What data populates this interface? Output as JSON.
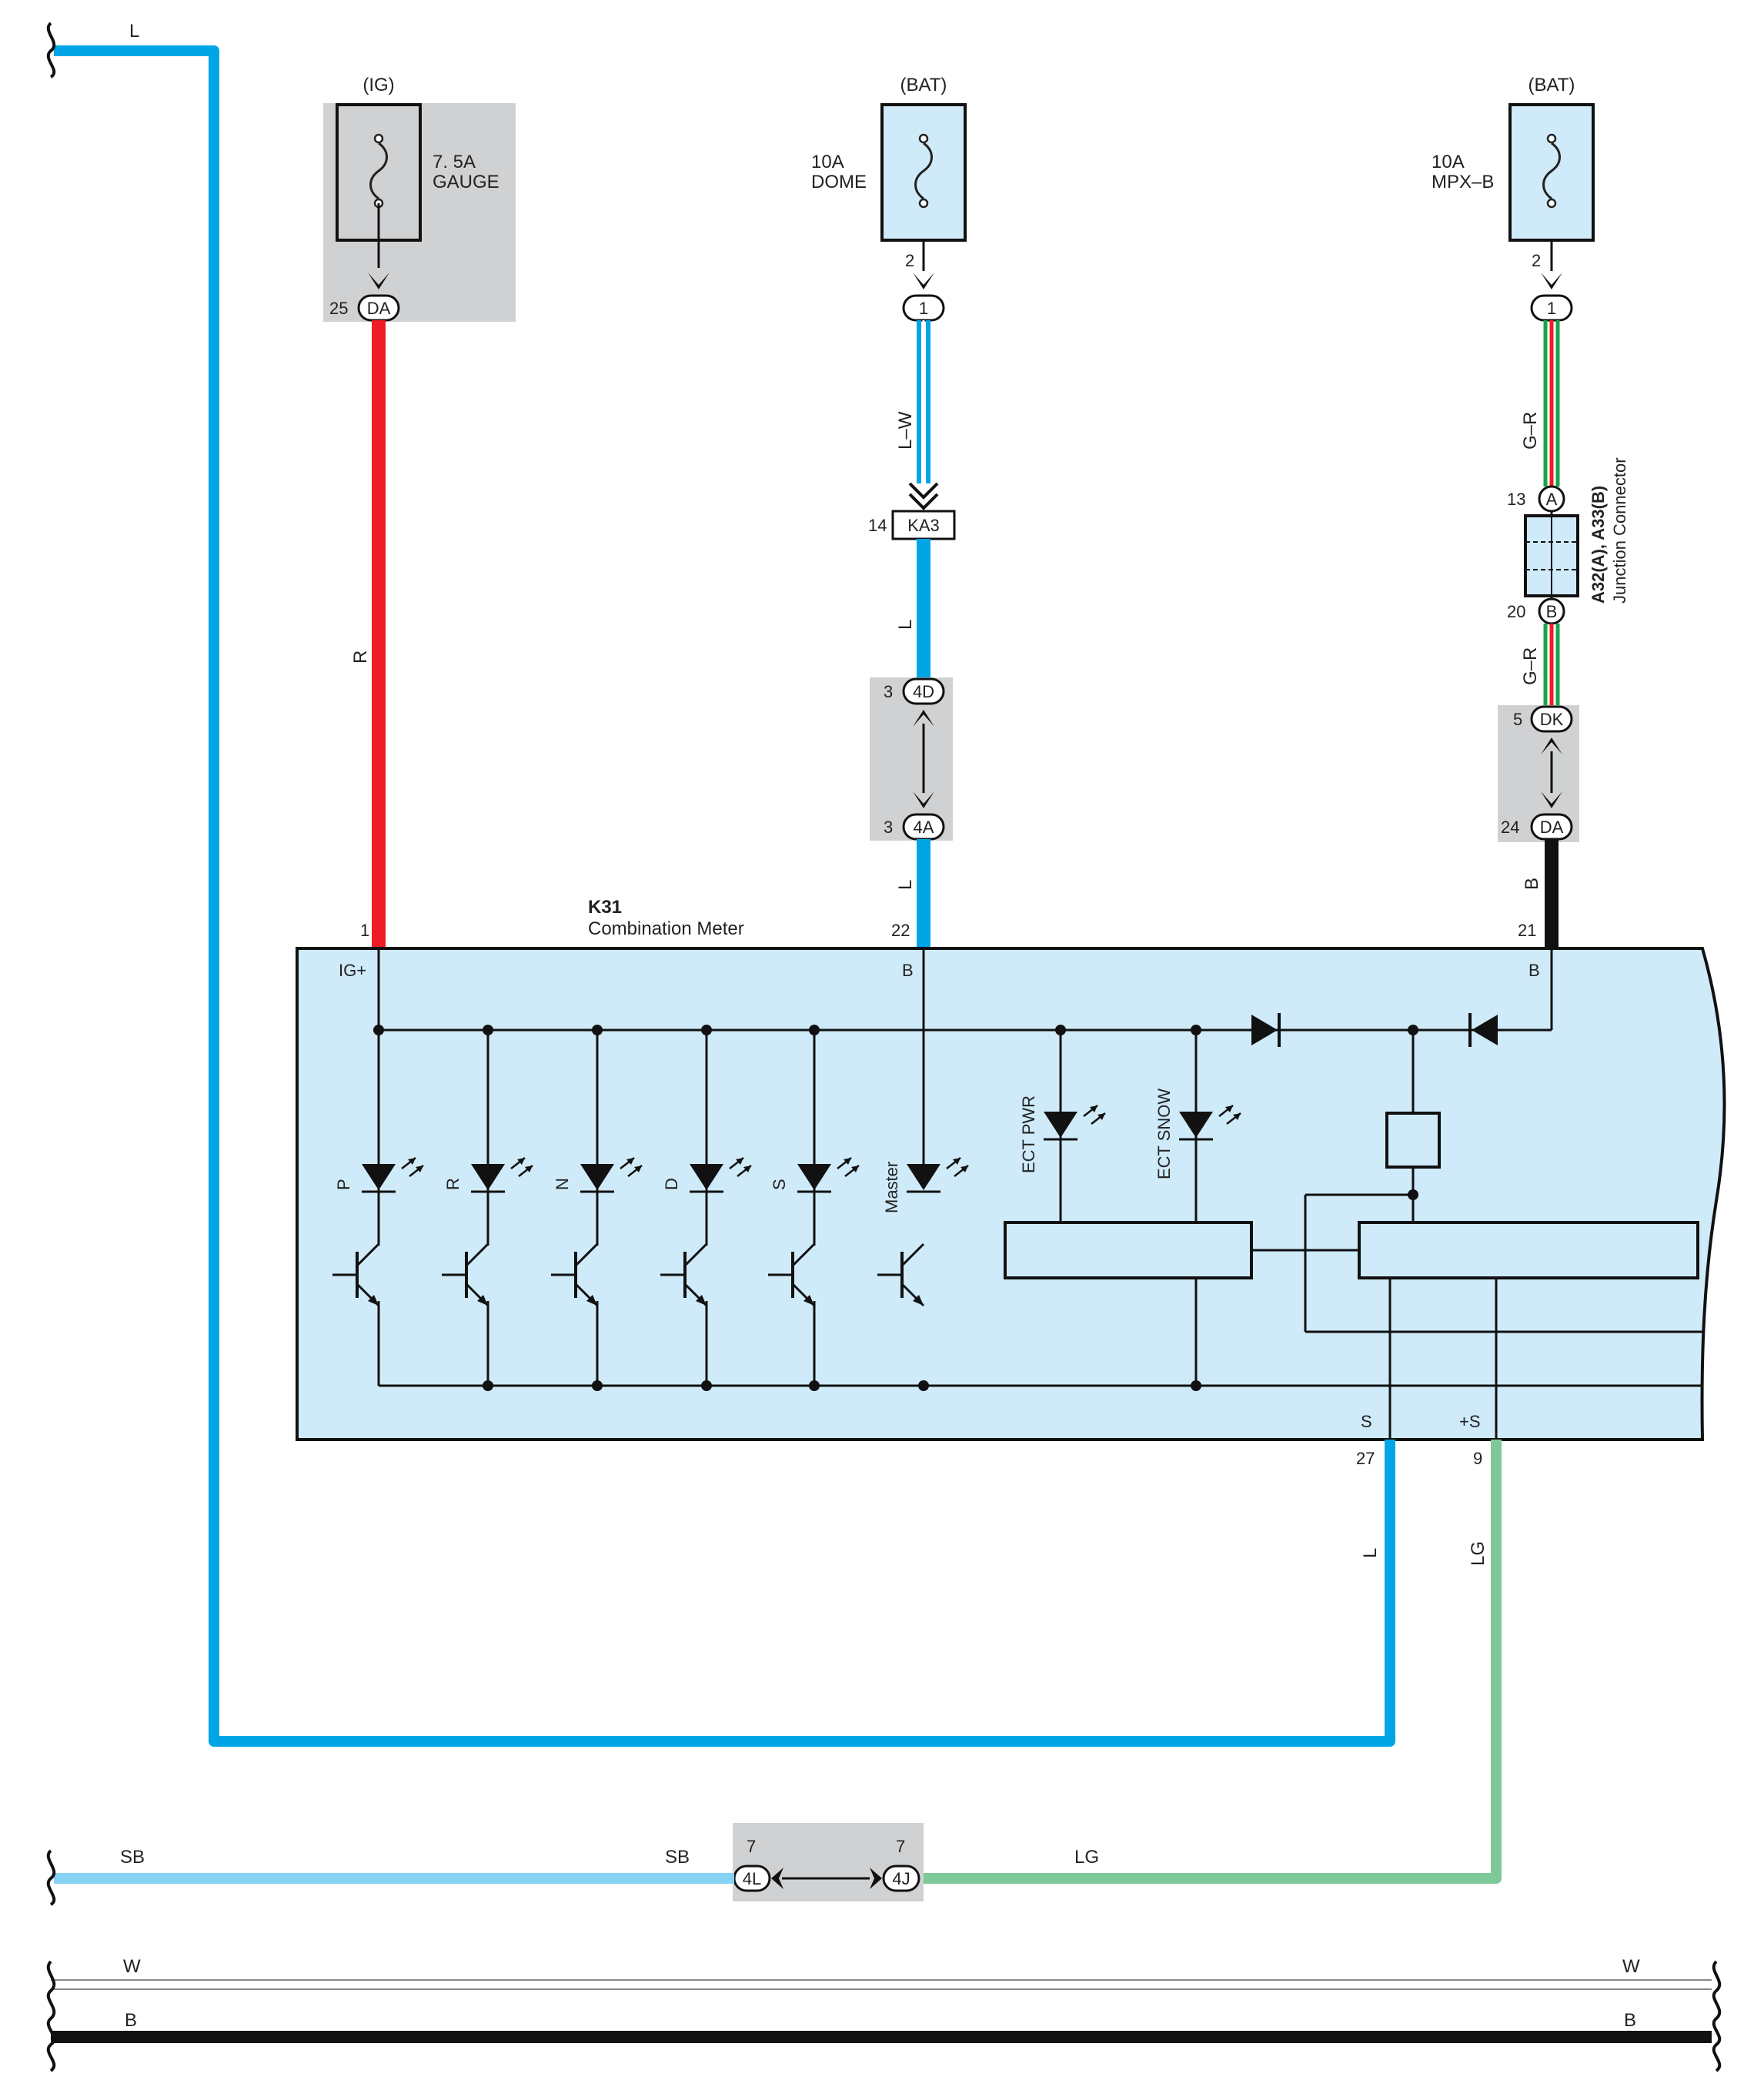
{
  "colors": {
    "L": "#00a5e6",
    "R": "#ee1c25",
    "B": "#111111",
    "SB": "#86d3f5",
    "LG": "#7ec99a",
    "G": "#1aa34a",
    "W": "#ffffff",
    "module_fill": "#cfeaf9",
    "shade": "#d0d1d3"
  },
  "wires": {
    "top_left": "L",
    "ig_wire": "R",
    "dome_upper": "L–W",
    "dome_mid": "L",
    "dome_lower": "L",
    "mpx_upper": "G–R",
    "mpx_mid": "G–R",
    "mpx_lower": "B",
    "s_wire": "L",
    "ps_wire": "LG",
    "sb_left": "SB",
    "sb_right": "SB",
    "lg_bottom": "LG",
    "w_left": "W",
    "w_right": "W",
    "b_left": "B",
    "b_right": "B"
  },
  "fuses": {
    "gauge": {
      "source": "(IG)",
      "rating": "7. 5A",
      "name": "GAUGE"
    },
    "dome": {
      "source": "(BAT)",
      "rating": "10A",
      "name": "DOME",
      "pin": "2"
    },
    "mpx": {
      "source": "(BAT)",
      "rating": "10A",
      "name": "MPX–B",
      "pin": "2"
    }
  },
  "connectors": {
    "da_top_pin": "25",
    "da_top": "DA",
    "dome_conn": "1",
    "mpx_conn": "1",
    "ka3_pin": "14",
    "ka3": "KA3",
    "c4d_pin": "3",
    "c4d": "4D",
    "c4a_pin": "3",
    "c4a": "4A",
    "jca_pin": "13",
    "jca": "A",
    "jcb_pin": "20",
    "jcb": "B",
    "junction_title": "A32(A), A33(B)",
    "junction_sub": "Junction Connector",
    "dk_pin": "5",
    "dk": "DK",
    "da_bot_pin": "24",
    "da_bot": "DA",
    "c4l_pin": "7",
    "c4l": "4L",
    "c4j_pin": "7",
    "c4j": "4J"
  },
  "meter": {
    "id": "K31",
    "name": "Combination Meter",
    "pin_ig": "1",
    "term_ig": "IG+",
    "pin_b1": "22",
    "term_b1": "B",
    "pin_b2": "21",
    "term_b2": "B",
    "term_s": "S",
    "pin_s": "27",
    "term_ps": "+S",
    "pin_ps": "9",
    "leds": [
      "P",
      "R",
      "N",
      "D",
      "S",
      "Master"
    ],
    "ect_pwr": "ECT PWR",
    "ect_snow": "ECT SNOW"
  }
}
